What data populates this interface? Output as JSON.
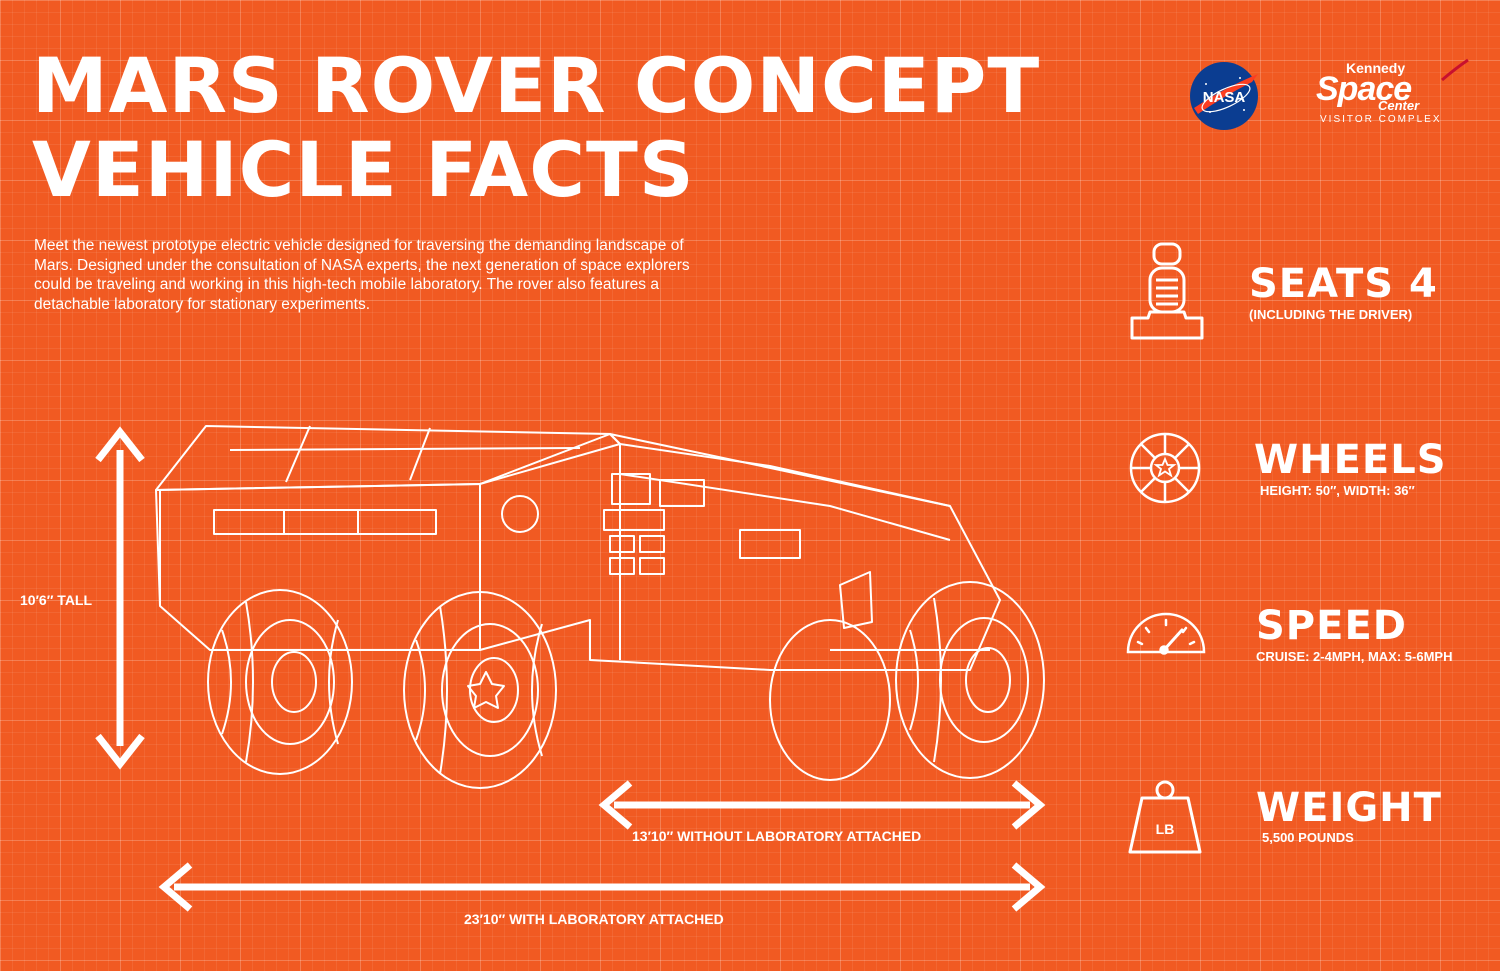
{
  "header": {
    "title_line1": "MARS ROVER CONCEPT",
    "title_line2": "VEHICLE FACTS",
    "intro": "Meet the newest prototype electric vehicle designed for traversing the demanding landscape of Mars. Designed under the consultation of NASA experts, the next generation of space explorers could be traveling and working in this high-tech mobile laboratory. The rover also features a detachable laboratory for stationary experiments."
  },
  "logos": {
    "nasa": "NASA",
    "ksc_line1": "Kennedy",
    "ksc_line2": "Space",
    "ksc_line3": "Center",
    "ksc_line4": "VISITOR COMPLEX"
  },
  "facts": [
    {
      "icon": "seat-icon",
      "value": "SEATS 4",
      "detail": "(INCLUDING THE DRIVER)"
    },
    {
      "icon": "wheel-icon",
      "value": "WHEELS",
      "detail": "HEIGHT: 50″,  WIDTH: 36″"
    },
    {
      "icon": "speedometer-icon",
      "value": "SPEED",
      "detail": "CRUISE: 2-4MPH, MAX: 5-6MPH"
    },
    {
      "icon": "weight-icon",
      "value": "WEIGHT",
      "detail": "5,500 POUNDS",
      "icon_label": "LB"
    }
  ],
  "dimensions": {
    "height": "10′6″ TALL",
    "without_lab": "13′10″ WITHOUT LABORATORY ATTACHED",
    "with_lab": "23′10″ WITH LABORATORY ATTACHED"
  },
  "colors": {
    "background": "#f15a22",
    "foreground": "#ffffff",
    "nasa_blue": "#0b3d91",
    "nasa_red": "#fc3d21"
  }
}
